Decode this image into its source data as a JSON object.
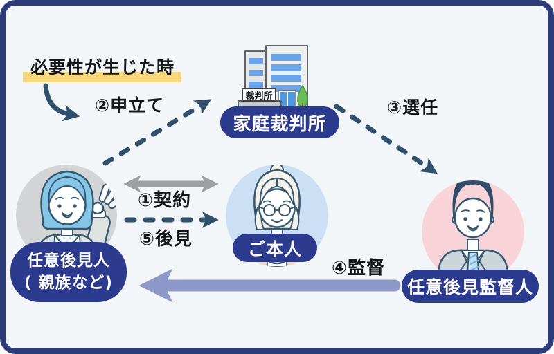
{
  "frame": {
    "background_color": "#f2f6f9",
    "border_color": "#2d3b78",
    "outside_color": "#ffffff"
  },
  "annotation": {
    "trigger_text": "必要性が生じた時",
    "highlight_color": "#f8d87d"
  },
  "steps": {
    "contract": "①契約",
    "apply": "②申立て",
    "appoint": "③選任",
    "supervise": "④監督",
    "guardianship": "⑤後見"
  },
  "nodes": {
    "court": {
      "label": "家庭裁判所",
      "building_sign": "裁判所",
      "icon": "courthouse-building-icon",
      "pill_color": "#2c3b8e"
    },
    "guardian": {
      "label_line1": "任意後見人",
      "label_line2": "( 親族など)",
      "icon": "woman-ok-sign-icon",
      "circle_color": "#d2d4d6"
    },
    "principal": {
      "label": "ご本人",
      "icon": "elderly-woman-icon",
      "circle_color": "#cbdff5"
    },
    "supervisor": {
      "label": "任意後見監督人",
      "icon": "businessman-icon",
      "circle_color": "#f8d4d8"
    }
  },
  "arrows": {
    "dashed_color": "#30506c",
    "contract_arrow_color": "#9da0a3",
    "supervise_arrow_color": "#8e99ca"
  }
}
